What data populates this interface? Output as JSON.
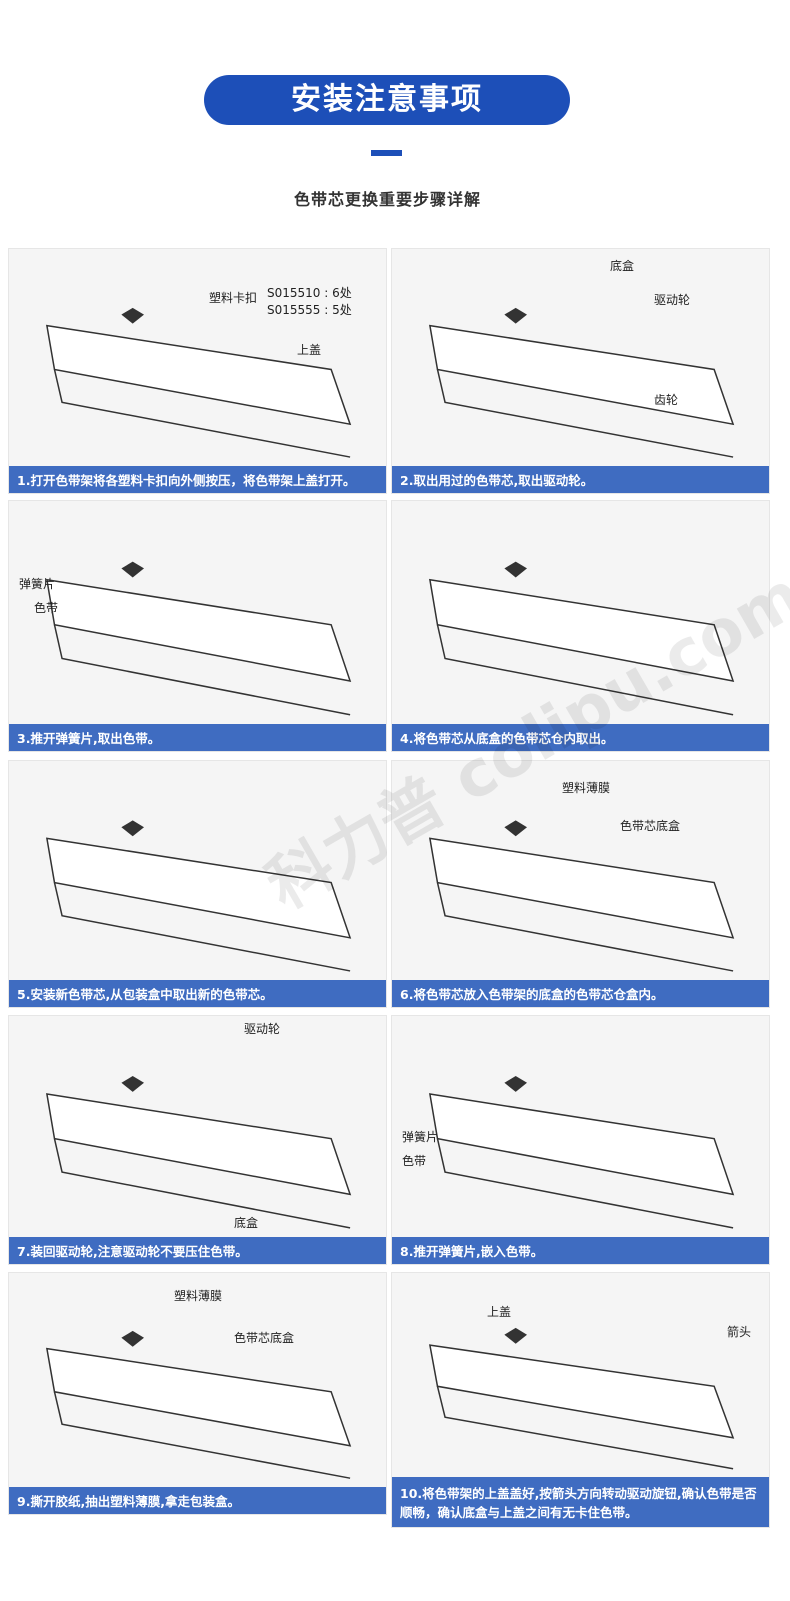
{
  "title": "安装注意事项",
  "subtitle": "色带芯更换重要步骤详解",
  "watermark": "科力普 colipu.com",
  "colors": {
    "accent": "#1d4fb8",
    "caption": "#3f6cc1"
  },
  "steps": [
    {
      "caption": "1.打开色带架将各塑料卡扣向外侧按压，将色带架上盖打开。",
      "labels": [
        "塑料卡扣",
        "S015510 : 6处",
        "S015555 : 5处",
        "上盖"
      ]
    },
    {
      "caption": "2.取出用过的色带芯,取出驱动轮。",
      "labels": [
        "底盒",
        "驱动轮",
        "齿轮"
      ]
    },
    {
      "caption": "3.推开弹簧片,取出色带。",
      "labels": [
        "弹簧片",
        "色带"
      ]
    },
    {
      "caption": "4.将色带芯从底盒的色带芯仓内取出。",
      "labels": []
    },
    {
      "caption": "5.安装新色带芯,从包装盒中取出新的色带芯。",
      "labels": []
    },
    {
      "caption": "6.将色带芯放入色带架的底盒的色带芯仓盒内。",
      "labels": [
        "塑料薄膜",
        "色带芯底盒"
      ]
    },
    {
      "caption": "7.装回驱动轮,注意驱动轮不要压住色带。",
      "labels": [
        "驱动轮",
        "底盒"
      ]
    },
    {
      "caption": "8.推开弹簧片,嵌入色带。",
      "labels": [
        "弹簧片",
        "色带"
      ]
    },
    {
      "caption": "9.撕开胶纸,抽出塑料薄膜,拿走包装盒。",
      "labels": [
        "塑料薄膜",
        "色带芯底盒"
      ]
    },
    {
      "caption": "10.将色带架的上盖盖好,按箭头方向转动驱动旋钮,确认色带是否顺畅，确认底盒与上盖之间有无卡住色带。",
      "labels": [
        "上盖",
        "箭头"
      ]
    }
  ]
}
